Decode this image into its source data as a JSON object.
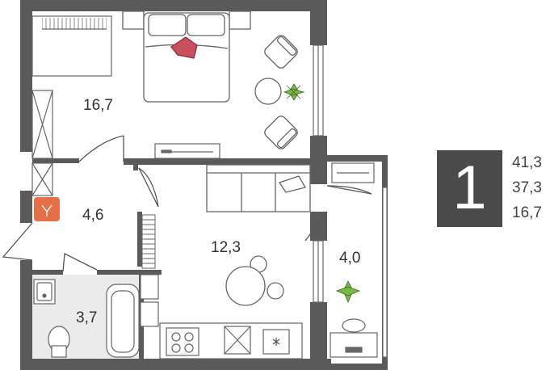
{
  "rooms": {
    "bedroom": "16,7",
    "hall": "4,6",
    "kitchen_living": "12,3",
    "loggia": "4,0",
    "bathroom": "3,7"
  },
  "summary": {
    "room_count": "1",
    "areas": [
      "41,3",
      "37,3",
      "16,7"
    ]
  },
  "colors": {
    "wall": "#5a5a5a",
    "badge": "#4a4a4a",
    "accent_pillow": "#c8505e",
    "accent_boiler": "#e57048",
    "plant": "#7ab648",
    "bath_tile": "#ebebeb"
  }
}
